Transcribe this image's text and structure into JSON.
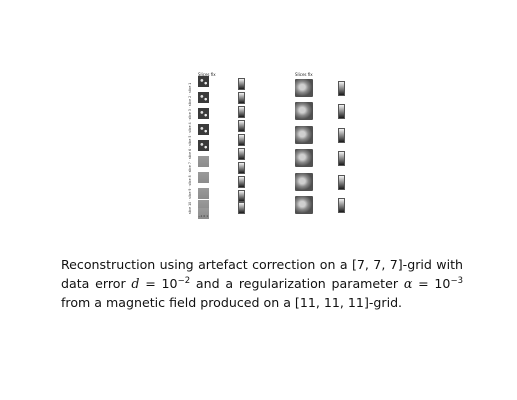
{
  "figure": {
    "left_panel_title": "Slices fix",
    "right_panel_title": "Slices fix",
    "slice_labels": [
      "slice 1",
      "slice 2",
      "slice 3",
      "slice 4",
      "slice 5",
      "slice 6",
      "slice 7",
      "slice 8",
      "slice 9",
      "slice 10"
    ],
    "x_ticks": "−1   0   1"
  },
  "caption": {
    "t1": "Reconstruction using artefact correction on a [7, 7, 7]-grid with data error ",
    "m1": "d",
    "t2": " = 10",
    "s1": "−2",
    "t3": " and a regularization parameter ",
    "m2": "α",
    "t4": " = 10",
    "s2": "−3",
    "t5": " from a magnetic field produced on a [11, 11, 11]-grid."
  },
  "colors": {
    "background": "#ffffff",
    "text": "#111111"
  }
}
